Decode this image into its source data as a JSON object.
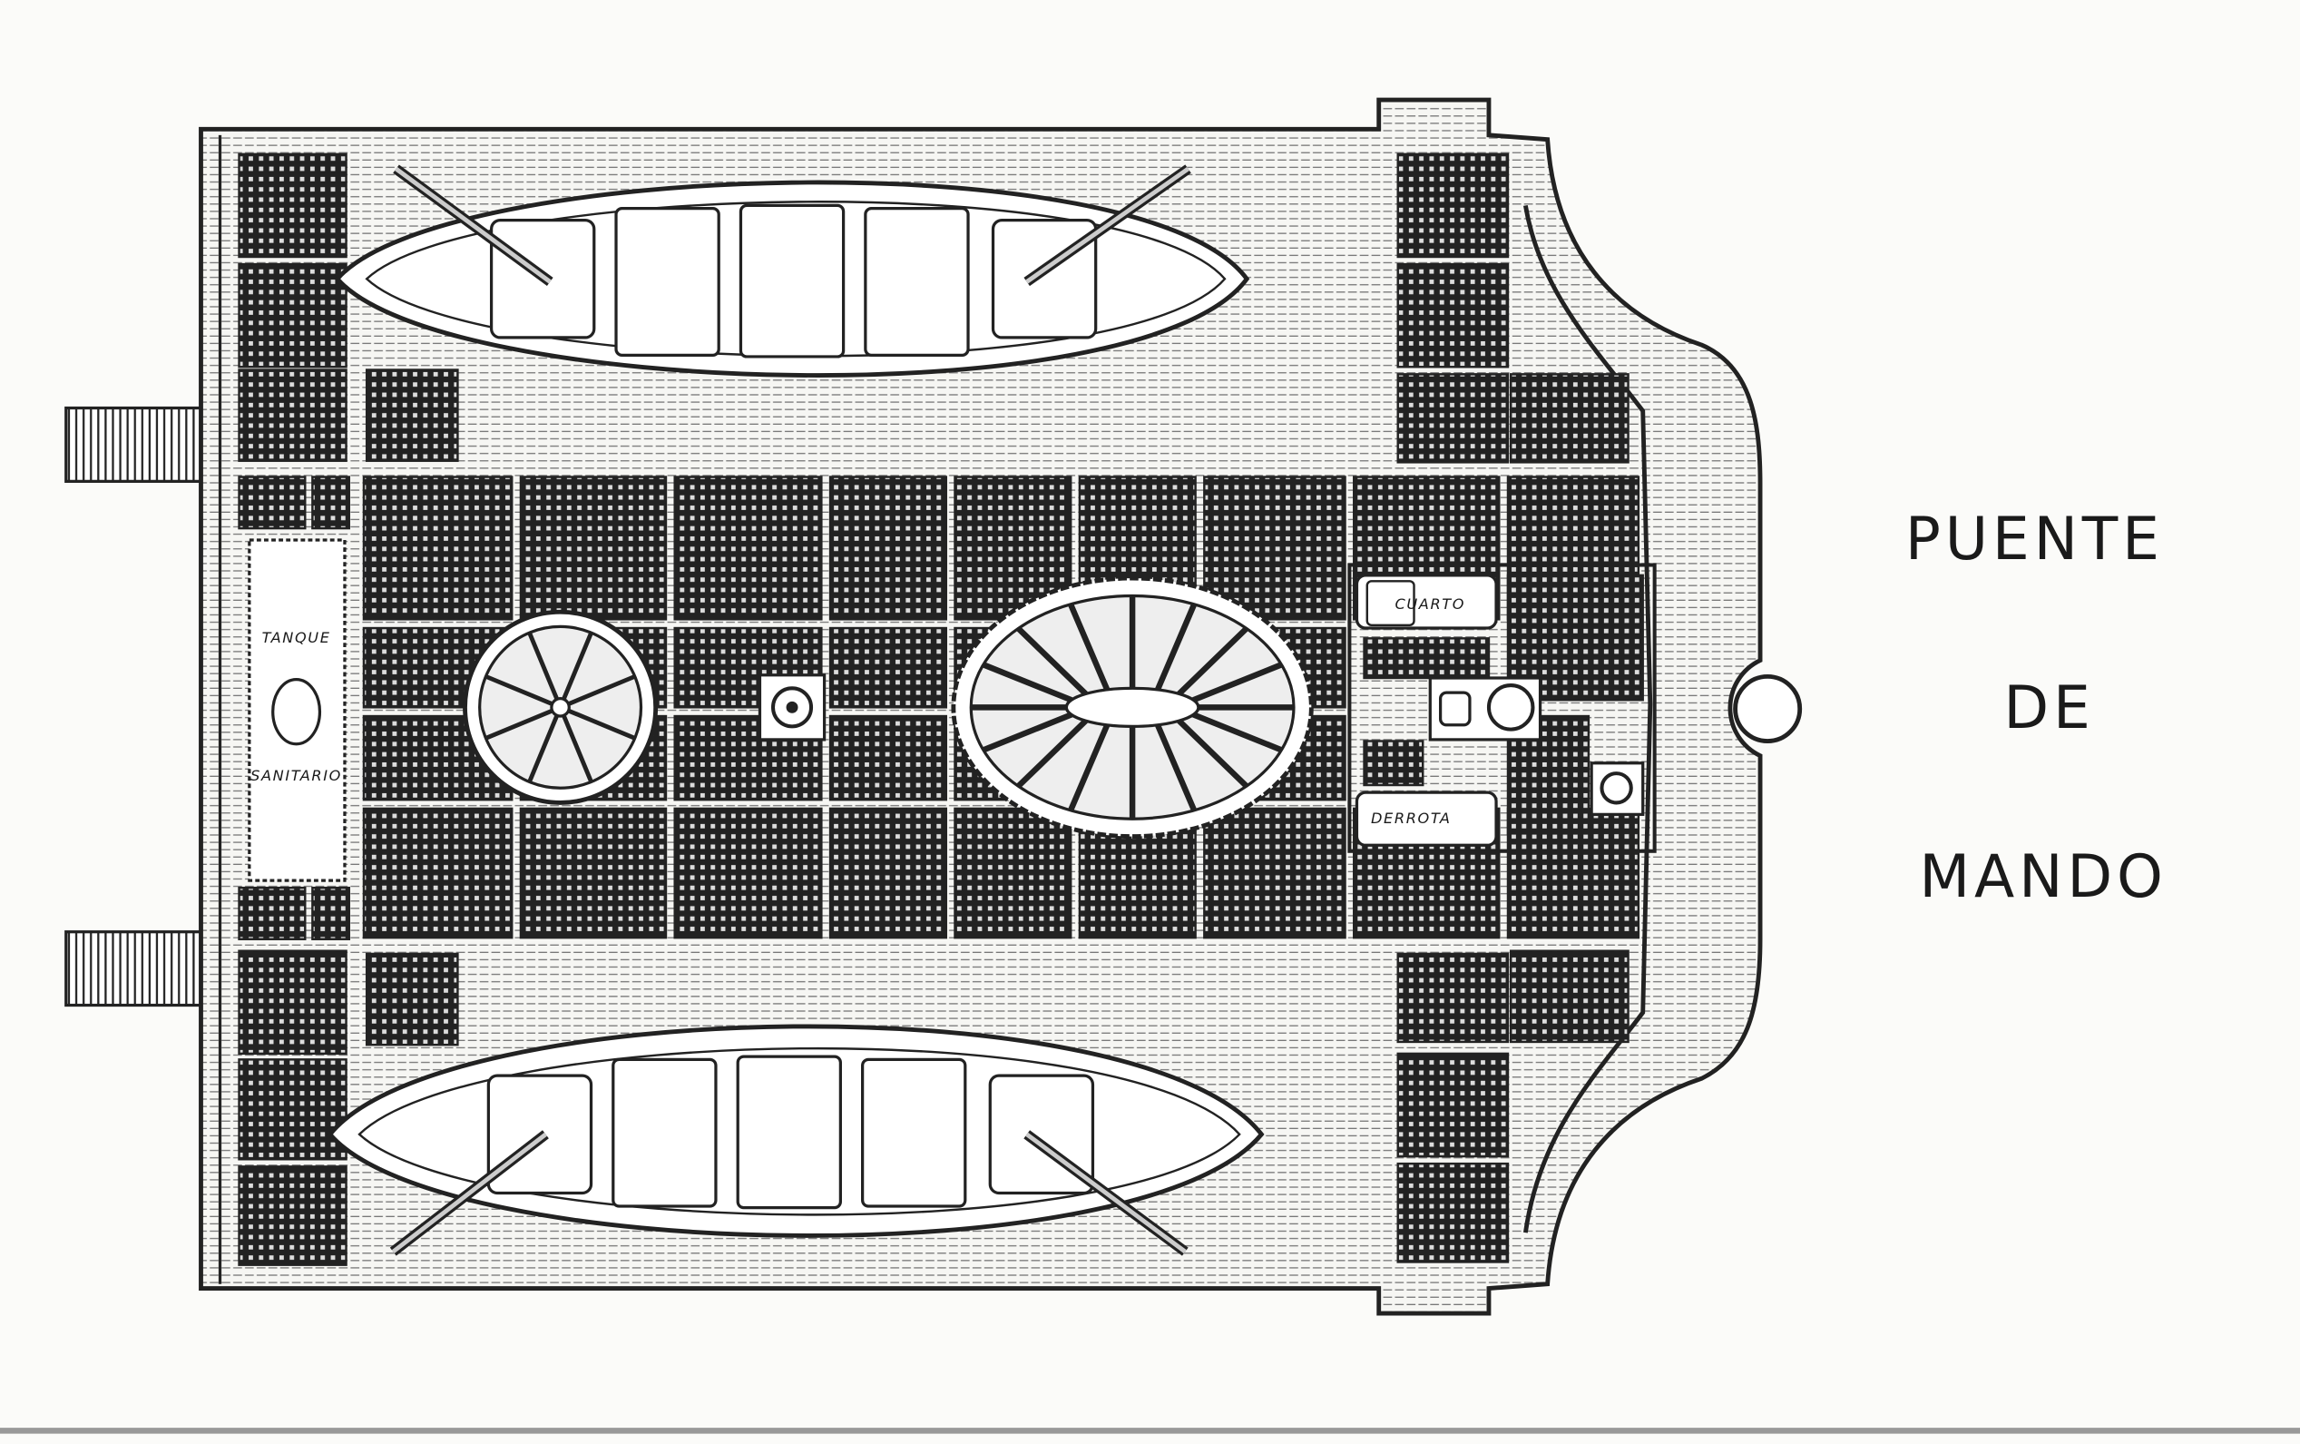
{
  "title": {
    "line1": "PUENTE",
    "line2": "DE",
    "line3": "MANDO"
  },
  "labels": {
    "tank_top": "TANQUE",
    "tank_bottom": "SANITARIO",
    "room": "CUARTO",
    "chart_room": "DERROTA"
  },
  "colors": {
    "ink": "#1a1a1a",
    "paper": "#fbfbf9"
  }
}
